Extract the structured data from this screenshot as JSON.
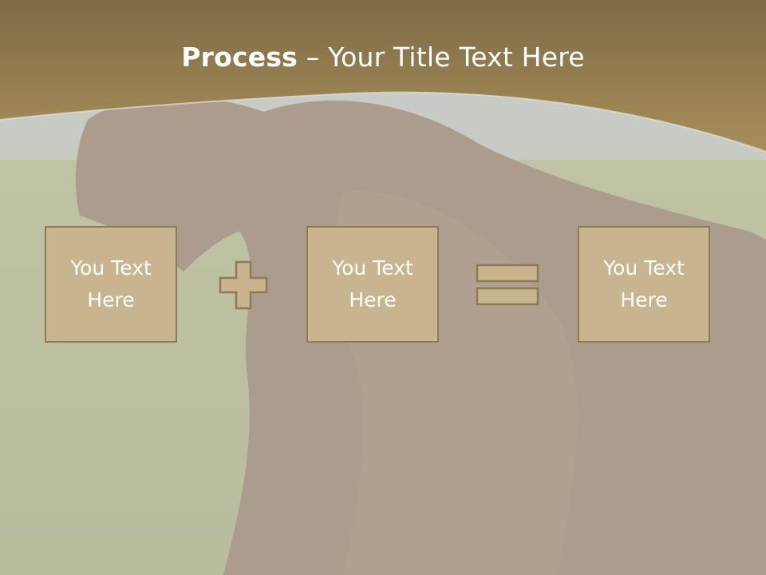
{
  "slide": {
    "title_bold": "Process",
    "title_rest": " – Your Title Text Here"
  },
  "boxes": [
    {
      "label": "You Text Here"
    },
    {
      "label": "You Text Here"
    },
    {
      "label": "You Text Here"
    }
  ],
  "icons": [
    "plus-icon",
    "equals-icon"
  ],
  "colors": {
    "header": "#9c8451",
    "box_fill": "#c8b48f",
    "box_border": "#8f7a56",
    "overlay": "#d3cfc6"
  }
}
